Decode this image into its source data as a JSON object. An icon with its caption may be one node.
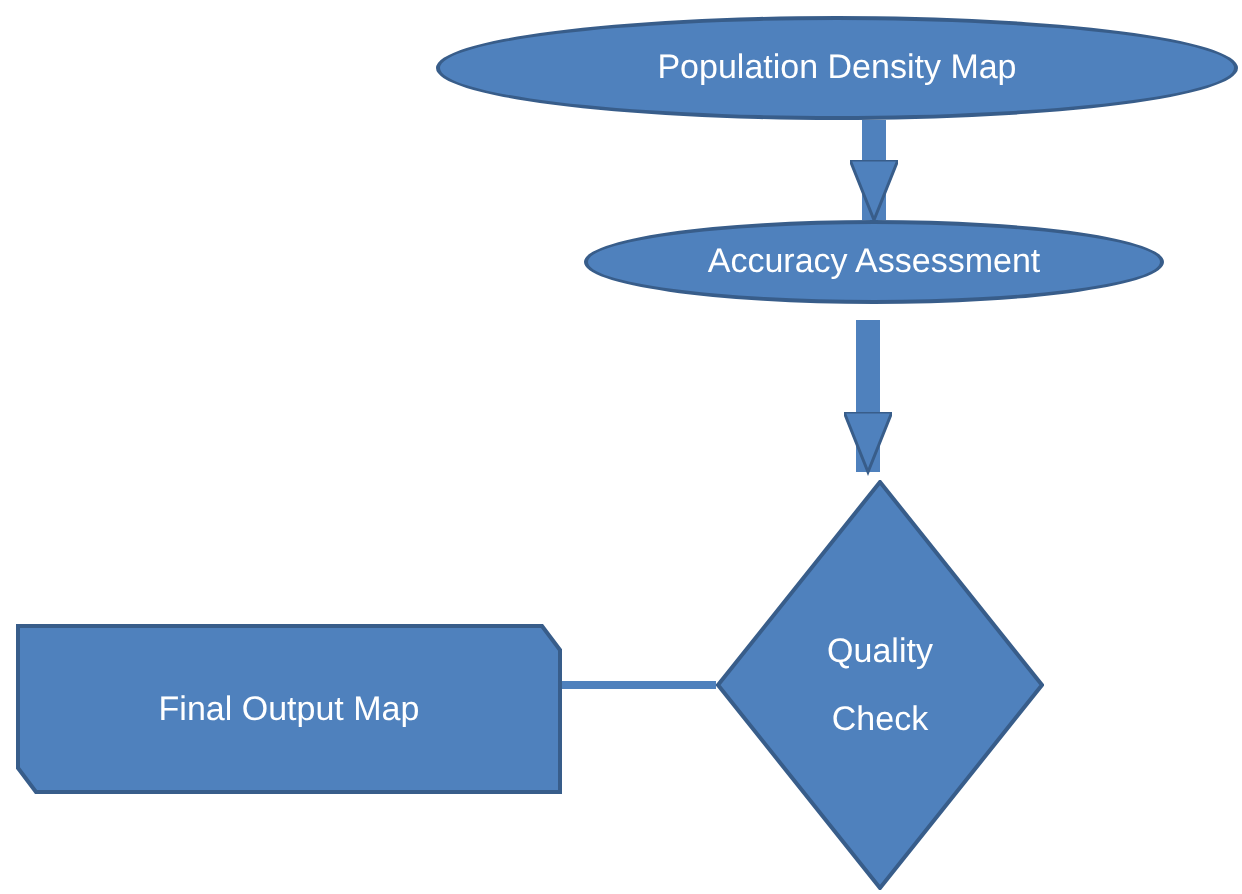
{
  "diagram": {
    "nodes": [
      {
        "text": [
          "Population Density Map"
        ]
      },
      {
        "text": [
          "Accuracy Assessment"
        ]
      },
      {
        "text": [
          "Quality Check"
        ]
      },
      {
        "text": [
          "Final Output Map"
        ]
      }
    ],
    "edges": [
      {
        "from": 0,
        "to": 1,
        "arrow": "to"
      },
      {
        "from": 1,
        "to": 2,
        "arrow": "to"
      },
      {
        "from": 2,
        "to": 3,
        "arrow": "none"
      }
    ]
  }
}
